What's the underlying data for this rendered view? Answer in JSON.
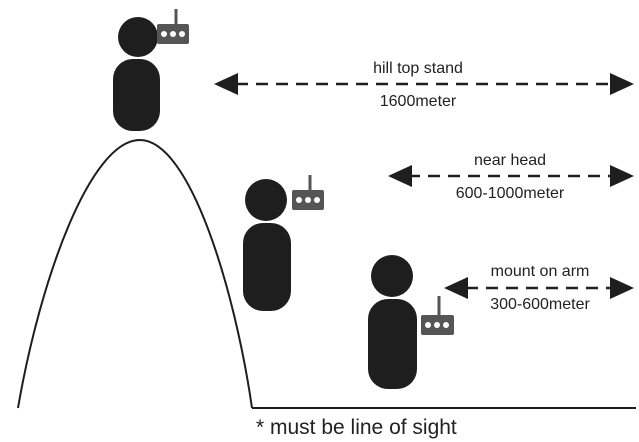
{
  "colors": {
    "figure": "#1e1e1e",
    "radio_body": "#555555",
    "radio_dot": "#ffffff",
    "line": "#1e1e1e"
  },
  "icons": {
    "person": "person-silhouette-icon",
    "radio": "radio-transmitter-icon",
    "arrow": "double-headed-arrow-icon"
  },
  "ranges": [
    {
      "label": "hill top stand",
      "distance": "1600meter"
    },
    {
      "label": "near head",
      "distance": "600-1000meter"
    },
    {
      "label": "mount on arm",
      "distance": "300-600meter"
    }
  ],
  "footnote": "* must be line of sight"
}
